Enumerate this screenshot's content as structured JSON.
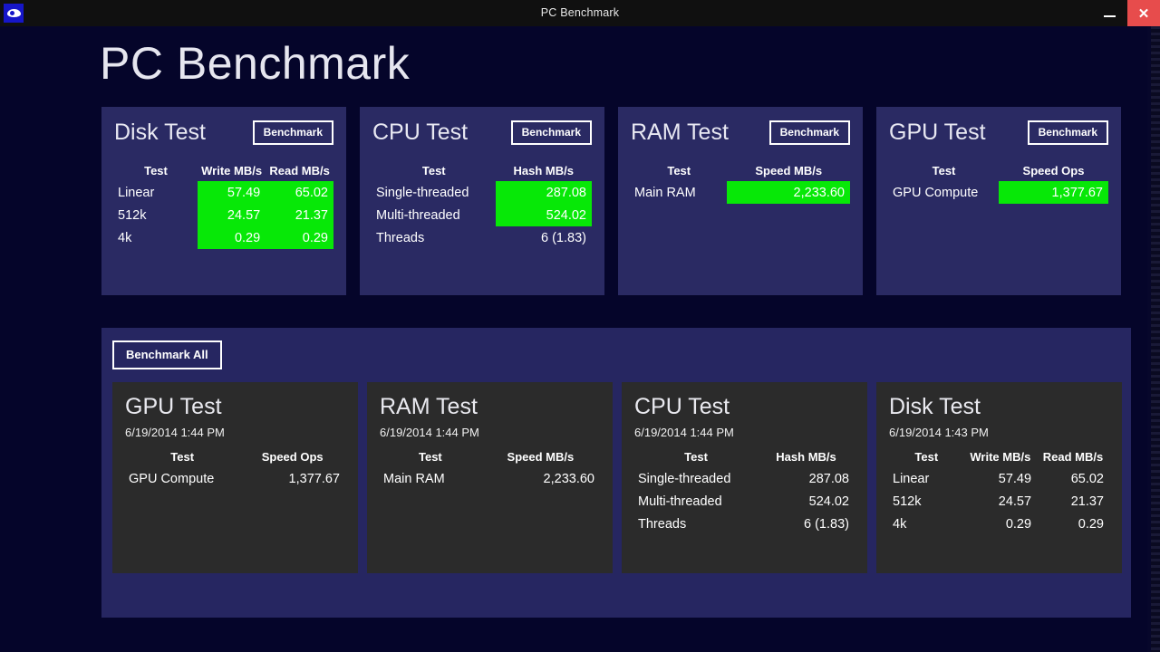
{
  "window": {
    "title": "PC Benchmark",
    "icon": "eye-icon",
    "minimize_label": "—",
    "close_label": "✕",
    "close_color": "#e74c4c"
  },
  "page": {
    "heading": "PC Benchmark",
    "background_color": "#05052a",
    "card_color": "#2a2a63",
    "history_panel_color": "#262661",
    "history_card_color": "#2b2b2b",
    "highlight_color": "#07e807"
  },
  "benchmark_cards": [
    {
      "title": "Disk Test",
      "button_label": "Benchmark",
      "headers": [
        "Test",
        "Write MB/s",
        "Read MB/s"
      ],
      "rows": [
        {
          "label": "Linear",
          "values": [
            "57.49",
            "65.02"
          ],
          "highlight": [
            true,
            true
          ]
        },
        {
          "label": "512k",
          "values": [
            "24.57",
            "21.37"
          ],
          "highlight": [
            true,
            true
          ]
        },
        {
          "label": "4k",
          "values": [
            "0.29",
            "0.29"
          ],
          "highlight": [
            true,
            true
          ]
        }
      ]
    },
    {
      "title": "CPU Test",
      "button_label": "Benchmark",
      "headers": [
        "Test",
        "Hash MB/s"
      ],
      "rows": [
        {
          "label": "Single-threaded",
          "values": [
            "287.08"
          ],
          "highlight": [
            true
          ]
        },
        {
          "label": "Multi-threaded",
          "values": [
            "524.02"
          ],
          "highlight": [
            true
          ]
        },
        {
          "label": "Threads",
          "values": [
            "6 (1.83)"
          ],
          "highlight": [
            false
          ]
        }
      ]
    },
    {
      "title": "RAM Test",
      "button_label": "Benchmark",
      "headers": [
        "Test",
        "Speed MB/s"
      ],
      "rows": [
        {
          "label": "Main RAM",
          "values": [
            "2,233.60"
          ],
          "highlight": [
            true
          ]
        }
      ]
    },
    {
      "title": "GPU Test",
      "button_label": "Benchmark",
      "headers": [
        "Test",
        "Speed Ops"
      ],
      "rows": [
        {
          "label": "GPU Compute",
          "values": [
            "1,377.67"
          ],
          "highlight": [
            true
          ]
        }
      ]
    }
  ],
  "history": {
    "benchmark_all_label": "Benchmark All",
    "cards": [
      {
        "title": "GPU Test",
        "timestamp": "6/19/2014 1:44 PM",
        "headers": [
          "Test",
          "Speed Ops"
        ],
        "rows": [
          {
            "label": "GPU Compute",
            "values": [
              "1,377.67"
            ]
          }
        ]
      },
      {
        "title": "RAM Test",
        "timestamp": "6/19/2014 1:44 PM",
        "headers": [
          "Test",
          "Speed MB/s"
        ],
        "rows": [
          {
            "label": "Main RAM",
            "values": [
              "2,233.60"
            ]
          }
        ]
      },
      {
        "title": "CPU Test",
        "timestamp": "6/19/2014 1:44 PM",
        "headers": [
          "Test",
          "Hash MB/s"
        ],
        "rows": [
          {
            "label": "Single-threaded",
            "values": [
              "287.08"
            ]
          },
          {
            "label": "Multi-threaded",
            "values": [
              "524.02"
            ]
          },
          {
            "label": "Threads",
            "values": [
              "6 (1.83)"
            ]
          }
        ]
      },
      {
        "title": "Disk Test",
        "timestamp": "6/19/2014 1:43 PM",
        "headers": [
          "Test",
          "Write MB/s",
          "Read MB/s"
        ],
        "rows": [
          {
            "label": "Linear",
            "values": [
              "57.49",
              "65.02"
            ]
          },
          {
            "label": "512k",
            "values": [
              "24.57",
              "21.37"
            ]
          },
          {
            "label": "4k",
            "values": [
              "0.29",
              "0.29"
            ]
          }
        ]
      }
    ]
  }
}
